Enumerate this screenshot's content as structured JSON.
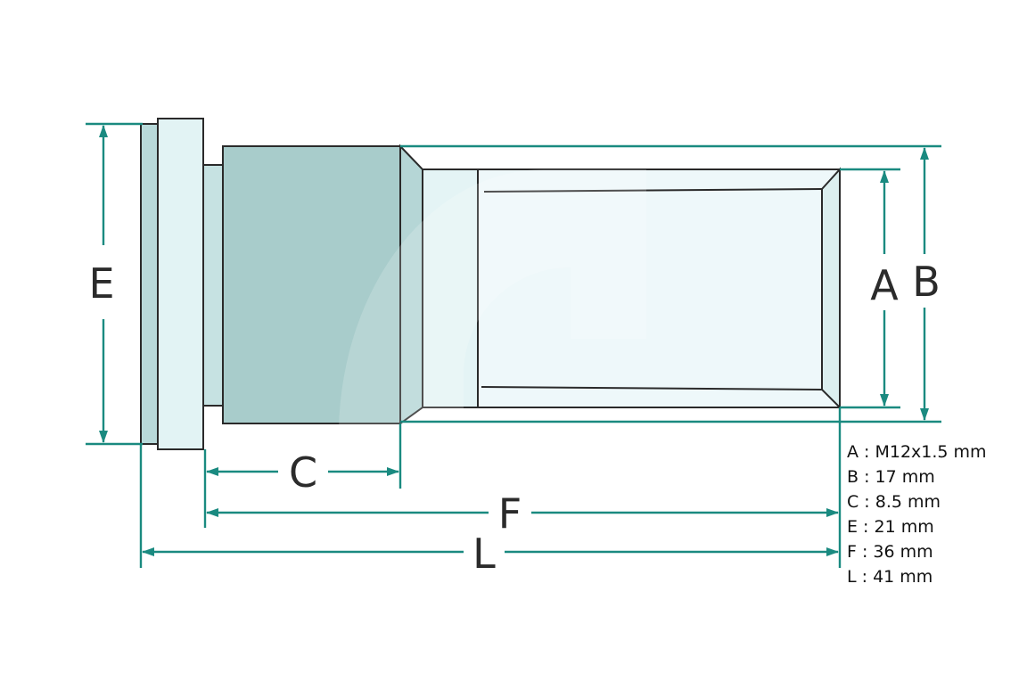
{
  "colors": {
    "teal": "#1a8a80",
    "outline": "#2a2a2a",
    "body_dark": "#a8cccb",
    "body_light": "#dff1f2",
    "thread": "#eef8fa",
    "collar": "#b5d6d6"
  },
  "labels": {
    "A": "A",
    "B": "B",
    "C": "C",
    "E": "E",
    "F": "F",
    "L": "L"
  },
  "specs": [
    "A : M12x1.5 mm",
    "B : 17 mm",
    "C : 8.5 mm",
    "E : 21 mm",
    "F : 36 mm",
    "L : 41 mm"
  ]
}
